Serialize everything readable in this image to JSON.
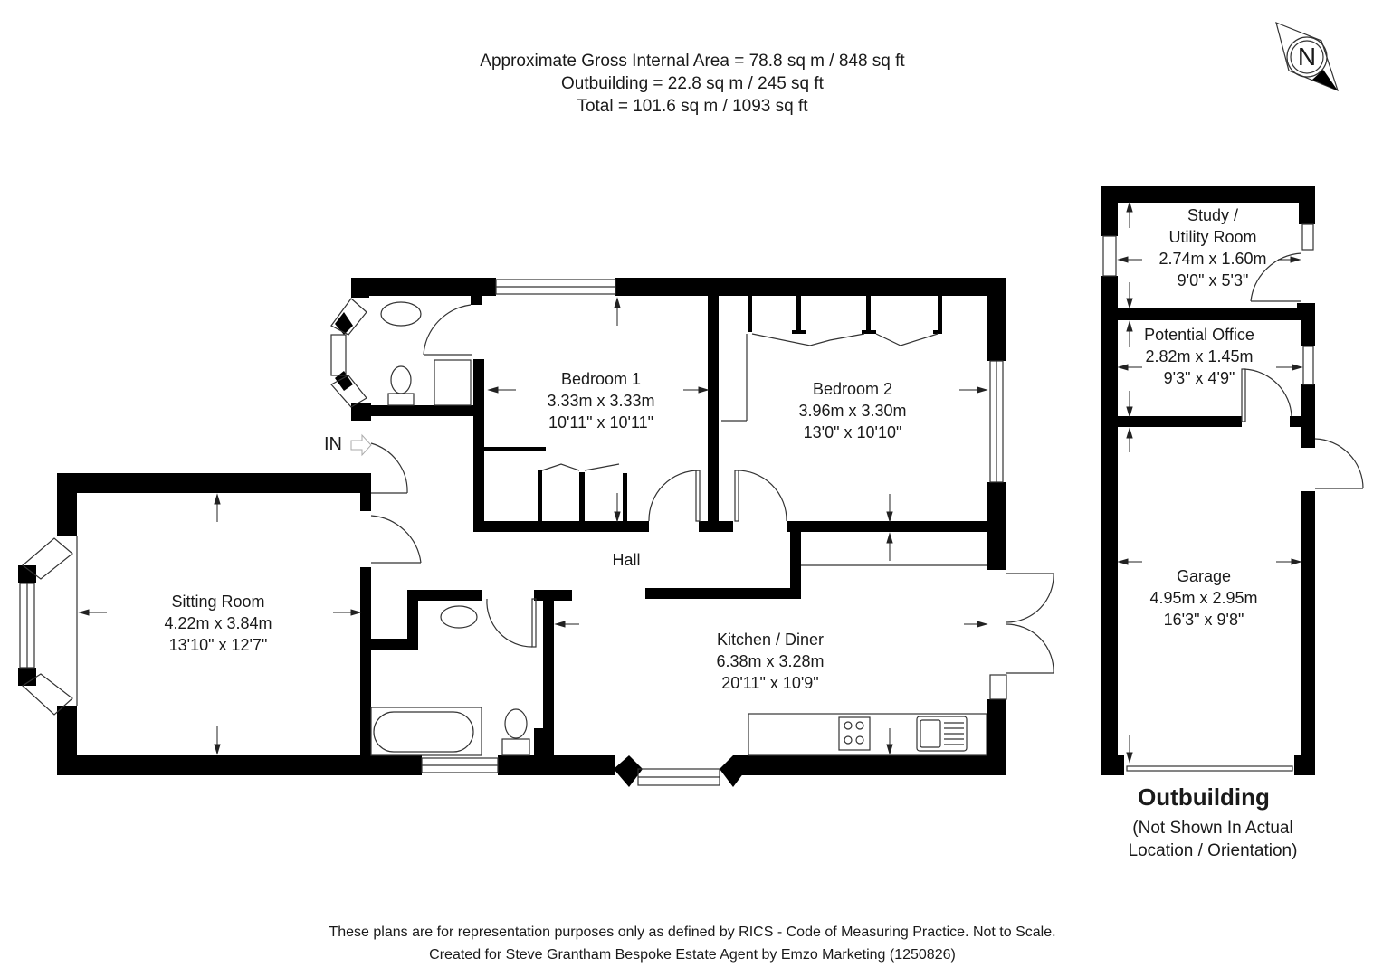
{
  "header": {
    "area_lines": [
      "Approximate Gross Internal Area = 78.8 sq m / 848 sq ft",
      "Outbuilding = 22.8 sq m / 245 sq ft",
      "Total = 101.6 sq m / 1093 sq ft"
    ]
  },
  "compass": {
    "icon": "north-compass-icon",
    "letter": "N"
  },
  "entrance": {
    "label": "IN",
    "icon": "entrance-arrow-icon"
  },
  "rooms": {
    "bedroom1": {
      "name": "Bedroom 1",
      "metric": "3.33m x 3.33m",
      "imperial": "10'11\" x 10'11\""
    },
    "bedroom2": {
      "name": "Bedroom 2",
      "metric": "3.96m x 3.30m",
      "imperial": "13'0\" x 10'10\""
    },
    "hall": {
      "name": "Hall"
    },
    "sitting": {
      "name": "Sitting Room",
      "metric": "4.22m x 3.84m",
      "imperial": "13'10\" x 12'7\""
    },
    "kitchen": {
      "name": "Kitchen / Diner",
      "metric": "6.38m x 3.28m",
      "imperial": "20'11\" x 10'9\""
    },
    "study": {
      "name_line1": "Study /",
      "name_line2": "Utility Room",
      "metric": "2.74m x 1.60m",
      "imperial": "9'0\" x 5'3\""
    },
    "office": {
      "name": "Potential Office",
      "metric": "2.82m x 1.45m",
      "imperial": "9'3\" x 4'9\""
    },
    "garage": {
      "name": "Garage",
      "metric": "4.95m x 2.95m",
      "imperial": "16'3\" x 9'8\""
    }
  },
  "outbuilding": {
    "title": "Outbuilding",
    "subtitle_line1": "(Not Shown In Actual",
    "subtitle_line2": "Location / Orientation)"
  },
  "footer": {
    "disclaimer": "These plans are for representation purposes only as defined by RICS - Code of Measuring Practice. Not to Scale.",
    "credit": "Created for Steve Grantham Bespoke Estate Agent by Emzo Marketing (1250826)"
  },
  "colors": {
    "wall": "#000000",
    "line": "#333333",
    "background": "#ffffff"
  }
}
